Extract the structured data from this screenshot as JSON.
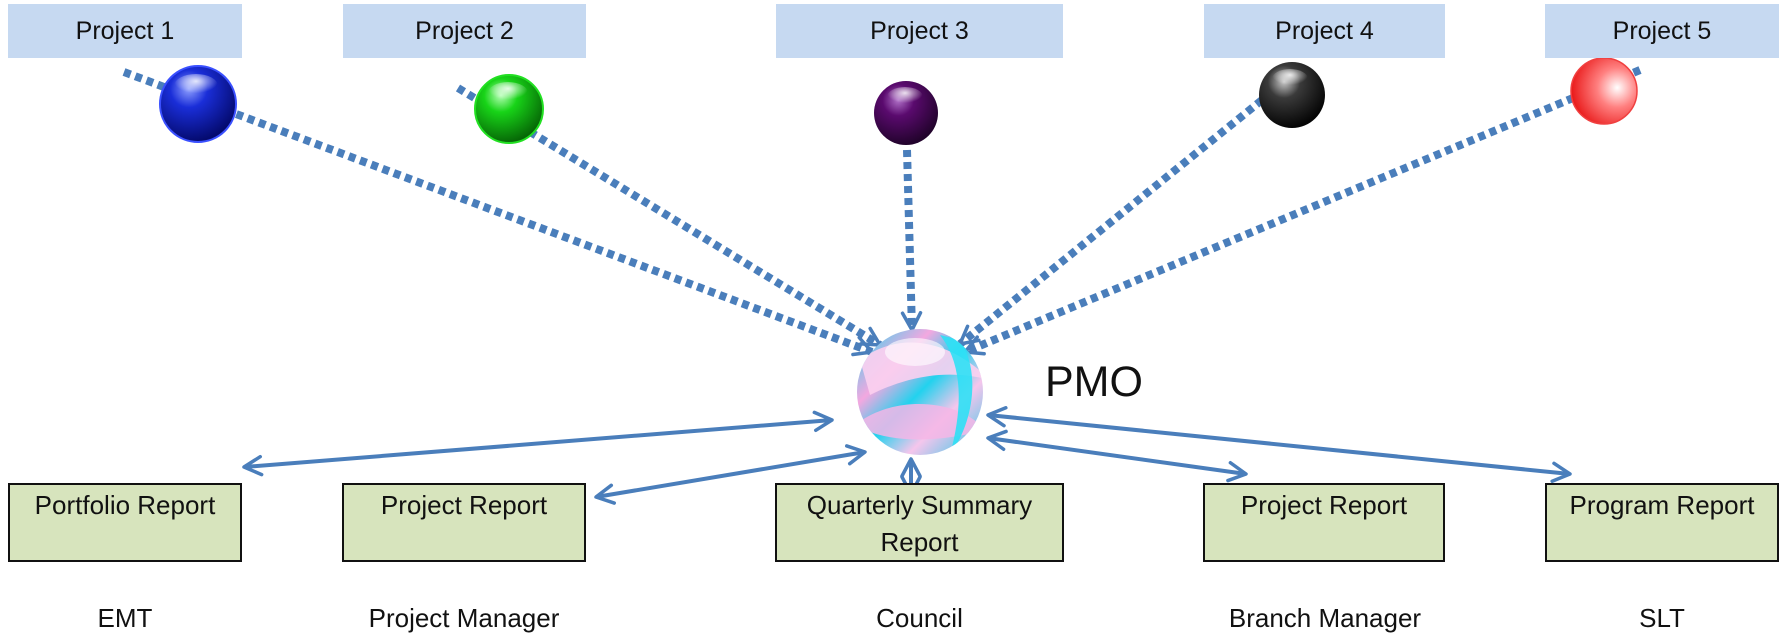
{
  "projects": [
    {
      "label": "Project 1",
      "ball_color": "#0a18b8"
    },
    {
      "label": "Project 2",
      "ball_color": "#12c612"
    },
    {
      "label": "Project 3",
      "ball_color": "#5a0a6e"
    },
    {
      "label": "Project 4",
      "ball_color": "#202020"
    },
    {
      "label": "Project 5",
      "ball_color": "#f21a1a"
    }
  ],
  "hub": {
    "label": "PMO"
  },
  "reports": [
    {
      "label": "Portfolio Report",
      "audience": "EMT"
    },
    {
      "label": "Project Report",
      "audience": "Project Manager"
    },
    {
      "label": "Quarterly Summary Report",
      "audience": "Council"
    },
    {
      "label": "Project Report",
      "audience": "Branch Manager"
    },
    {
      "label": "Program Report",
      "audience": "SLT"
    }
  ],
  "colors": {
    "project_box": "#c6d9f1",
    "report_box": "#d7e4bd",
    "connector": "#4a7ebb"
  }
}
